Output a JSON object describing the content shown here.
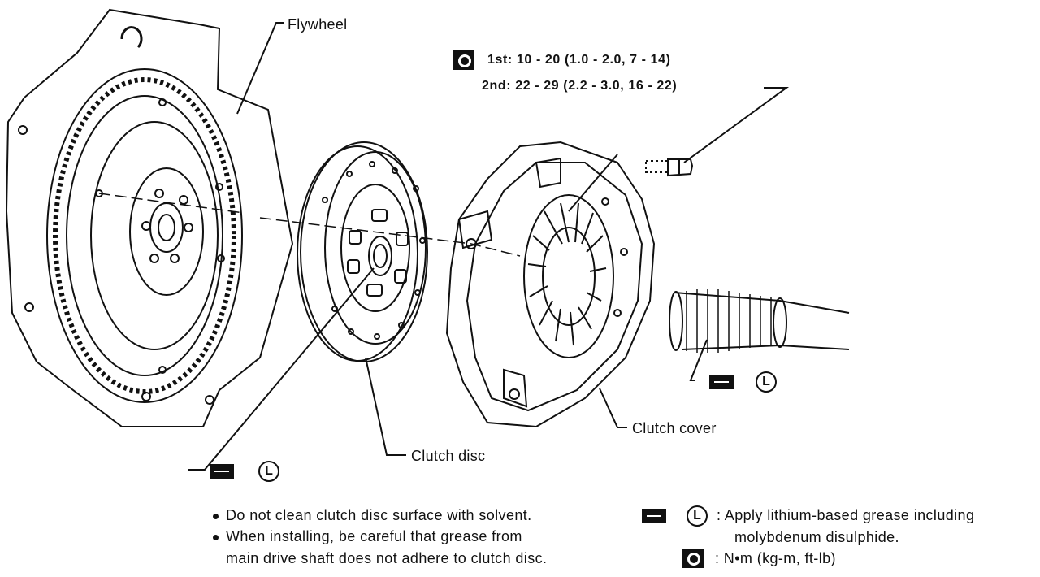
{
  "labels": {
    "flywheel": "Flywheel",
    "clutch_disc": "Clutch disc",
    "clutch_cover": "Clutch cover"
  },
  "torque": {
    "first": "1st:  10 - 20 (1.0 - 2.0, 7 - 14)",
    "second": "2nd:  22 - 29 (2.2 - 3.0, 16 - 22)"
  },
  "notes": [
    "Do not clean clutch disc surface with solvent.",
    "When installing, be careful that grease from",
    "main drive shaft does not adhere to clutch disc."
  ],
  "legend": {
    "grease_text_1": ": Apply lithium-based grease including",
    "grease_text_2": "molybdenum disulphide.",
    "torque_text": ":  N•m (kg-m, ft-lb)",
    "L_symbol": "L"
  },
  "icons": [
    "grease-icon",
    "lithium-L-icon",
    "torque-wrench-icon"
  ]
}
